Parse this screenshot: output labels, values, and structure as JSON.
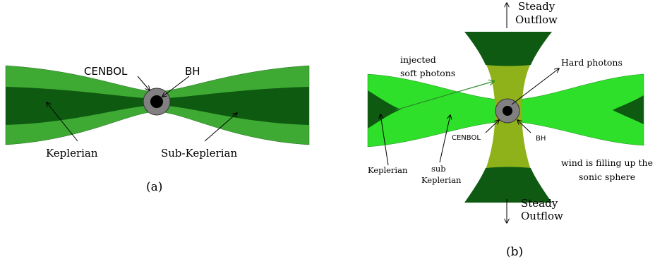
{
  "colors": {
    "outer_green": "#3faa33",
    "inner_green": "#0d5a10",
    "bright_green": "#2fe02a",
    "olive_green": "#8fb21a",
    "dark_green": "#0f5a12",
    "cenbol_gray": "#808080",
    "black_hole": "#000000",
    "photon_arrow": "#2a8c2a"
  },
  "panel_a": {
    "caption": "(a)",
    "labels": {
      "cenbol": "CENBOL",
      "bh": "BH",
      "keplerian": "Keplerian",
      "sub_keplerian": "Sub-Keplerian"
    }
  },
  "panel_b": {
    "caption": "(b)",
    "labels": {
      "steady_outflow_top_1": "Steady",
      "steady_outflow_top_2": "Outflow",
      "injected_1": "injected",
      "injected_2": "soft photons",
      "hard_photons": "Hard photons",
      "cenbol": "CENBOL",
      "bh": "BH",
      "keplerian": "Keplerian",
      "sub_1": "sub",
      "sub_2": "Keplerian",
      "wind_1": "wind is filling up the",
      "wind_2": "sonic sphere",
      "steady_outflow_bottom_1": "Steady",
      "steady_outflow_bottom_2": "Outflow"
    }
  }
}
